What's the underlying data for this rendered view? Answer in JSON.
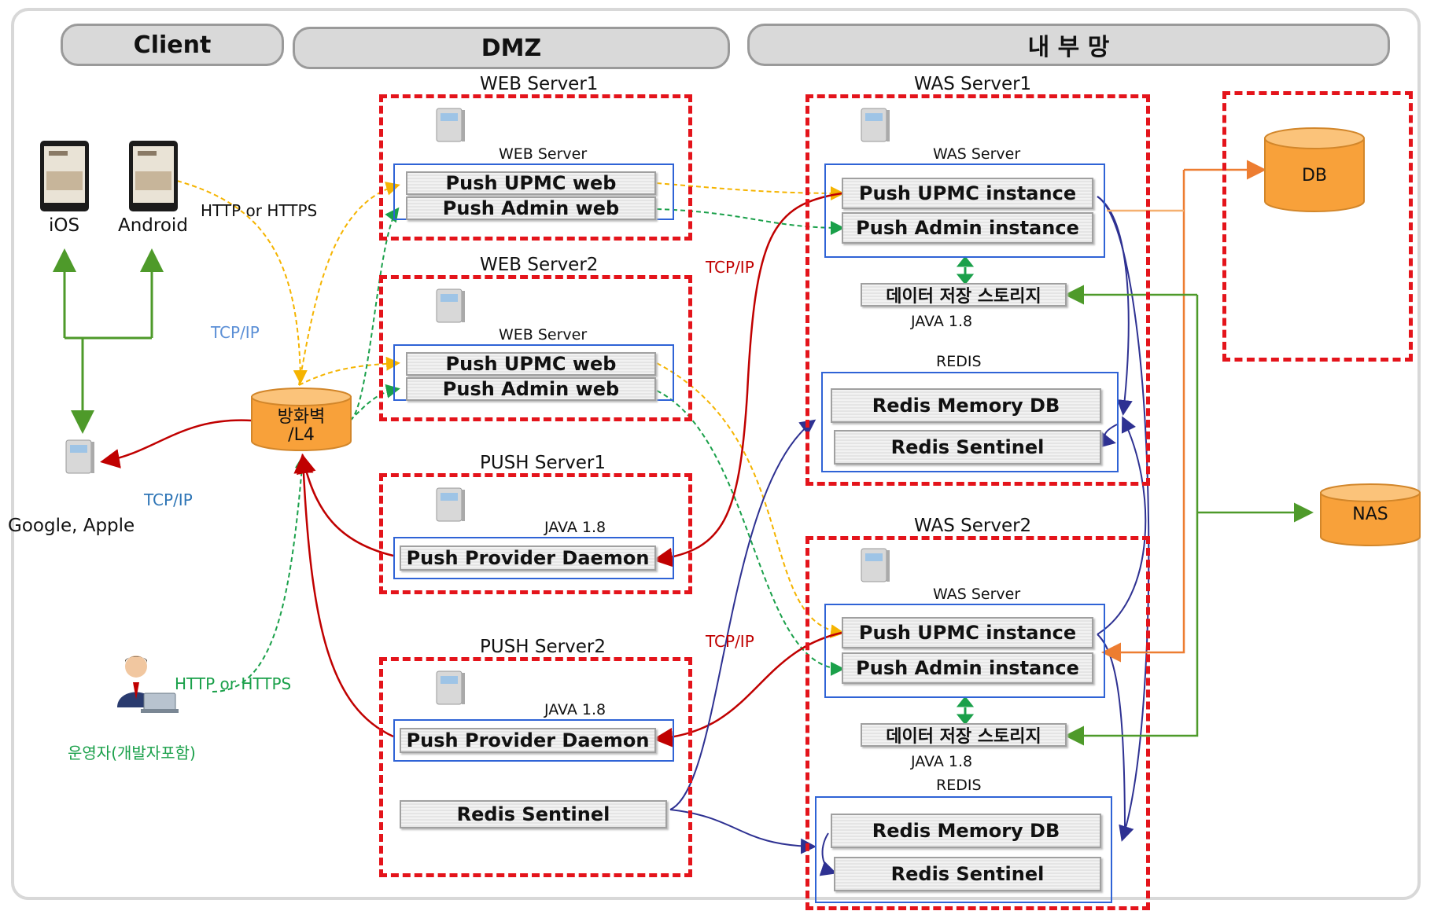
{
  "headers": {
    "client": "Client",
    "dmz": "DMZ",
    "internal": "내 부 망"
  },
  "web1": {
    "title": "WEB Server1",
    "inner_label": "WEB Server",
    "web_upmc": "Push UPMC web",
    "web_admin": "Push Admin web"
  },
  "web2": {
    "title": "WEB Server2",
    "inner_label": "WEB Server",
    "web_upmc": "Push UPMC web",
    "web_admin": "Push Admin web"
  },
  "push1": {
    "title": "PUSH Server1",
    "java": "JAVA 1.8",
    "daemon": "Push Provider Daemon"
  },
  "push2": {
    "title": "PUSH Server2",
    "java": "JAVA 1.8",
    "daemon": "Push Provider Daemon",
    "sentinel": "Redis Sentinel"
  },
  "was1": {
    "title": "WAS Server1",
    "inner_label": "WAS Server",
    "upmc": "Push UPMC instance",
    "admin": "Push Admin instance",
    "storage": "데이터 저장 스토리지",
    "java": "JAVA 1.8",
    "redis_label": "REDIS",
    "redis_db": "Redis Memory DB",
    "redis_sentinel": "Redis Sentinel"
  },
  "was2": {
    "title": "WAS Server2",
    "inner_label": "WAS Server",
    "upmc": "Push UPMC instance",
    "admin": "Push Admin instance",
    "storage": "데이터 저장 스토리지",
    "java": "JAVA 1.8",
    "redis_label": "REDIS",
    "redis_db": "Redis Memory DB",
    "redis_sentinel": "Redis Sentinel"
  },
  "clients": {
    "ios": "iOS",
    "android": "Android",
    "google_apple": "Google, Apple",
    "operator": "운영자(개발자포함)"
  },
  "firewall": {
    "line1": "방화벽",
    "line2": "/L4"
  },
  "db": "DB",
  "nas": "NAS",
  "edge_labels": {
    "http_client": "HTTP or HTTPS",
    "http_operator": "HTTP or HTTPS",
    "tcp_client": "TCP/IP",
    "tcp_google": "TCP/IP",
    "tcp_push1": "TCP/IP",
    "tcp_push2": "TCP/IP"
  },
  "colors": {
    "red_dashed": "#e4141b",
    "blue_box": "#2f63d6",
    "orange_db": "#f8a13a",
    "arrow_red": "#c00000",
    "arrow_green": "#4e9a2a",
    "arrow_navy": "#2e3192",
    "dash_yellow": "#f5b400",
    "dash_green": "#1aa04a",
    "arrow_orange": "#ed7d31"
  }
}
